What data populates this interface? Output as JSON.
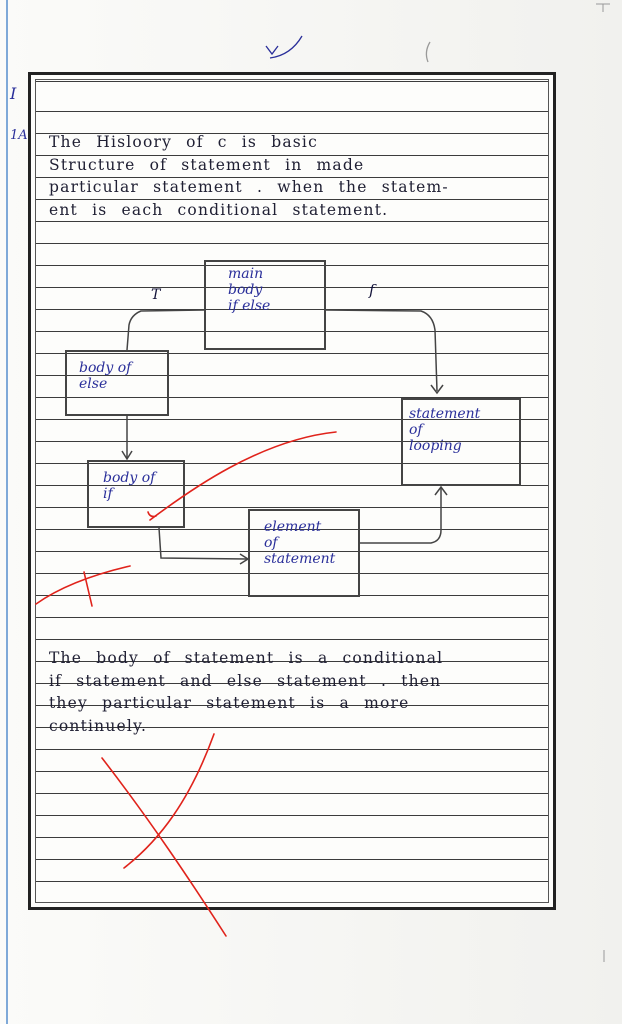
{
  "margin": {
    "question_roman": "I",
    "question_number": "1A"
  },
  "answer_paragraph_1": {
    "lines": [
      "The  Hisloory  of  c  is  basic",
      "Structure  of  statement  in  made",
      "particular  statement . when  the  statem-",
      "ent  is  each  conditional  statement."
    ]
  },
  "diagram": {
    "main_box": "main\nbody\nif else",
    "label_true": "T",
    "label_false": "f",
    "else_box": "body of\nelse",
    "if_box": "body of\nif",
    "looping_box": "statement\nof\nlooping",
    "element_box": "element\nof\nstatement"
  },
  "answer_paragraph_2": {
    "lines": [
      "The  body  of  statement  is  a  conditional",
      "if  statement  and  else  statement . then",
      "they  particular  statement  is  a  more",
      "continuely."
    ]
  },
  "colors": {
    "ink": "#202034",
    "blue_ink": "#2a2f9a",
    "red_mark": "#e0231b",
    "margin_line": "#7fa9d8"
  }
}
